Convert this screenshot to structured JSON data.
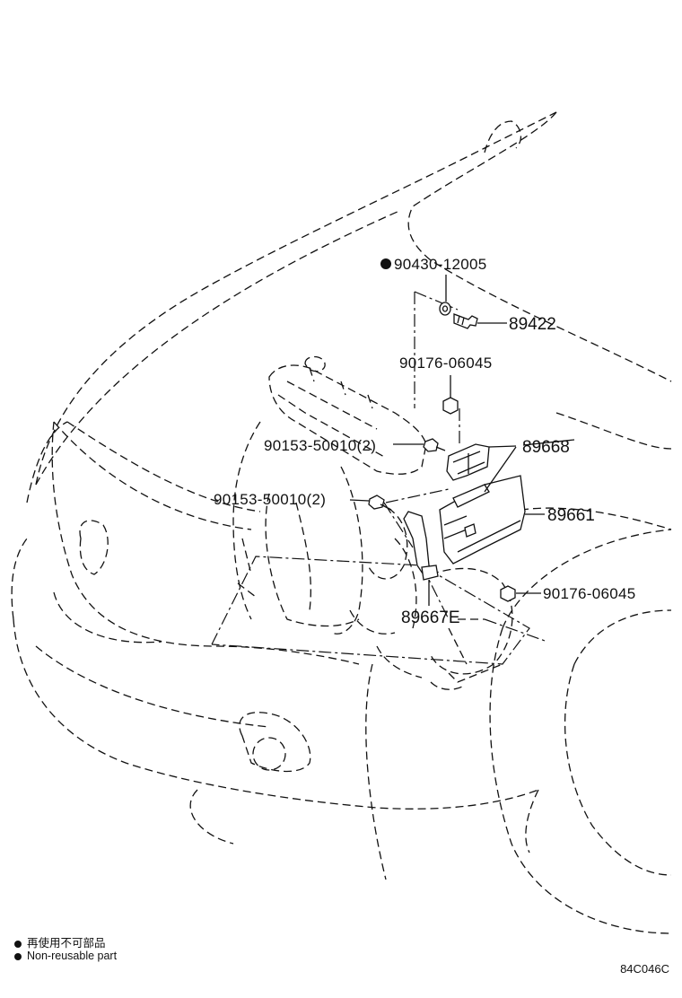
{
  "callouts": [
    {
      "id": "c1",
      "text": "90430-12005",
      "nonreusable": true
    },
    {
      "id": "c2",
      "text": "89422"
    },
    {
      "id": "c3",
      "text": "90176-06045"
    },
    {
      "id": "c4",
      "text": "90153-50010(2)"
    },
    {
      "id": "c5",
      "text": "89668"
    },
    {
      "id": "c6",
      "text": "90153-50010(2)"
    },
    {
      "id": "c7",
      "text": "89661"
    },
    {
      "id": "c8",
      "text": "90176-06045"
    },
    {
      "id": "c9",
      "text": "89667E"
    }
  ],
  "legend": {
    "line1": "再使用不可部品",
    "line2": "Non-reusable part"
  },
  "diagram_code": "84C046C"
}
